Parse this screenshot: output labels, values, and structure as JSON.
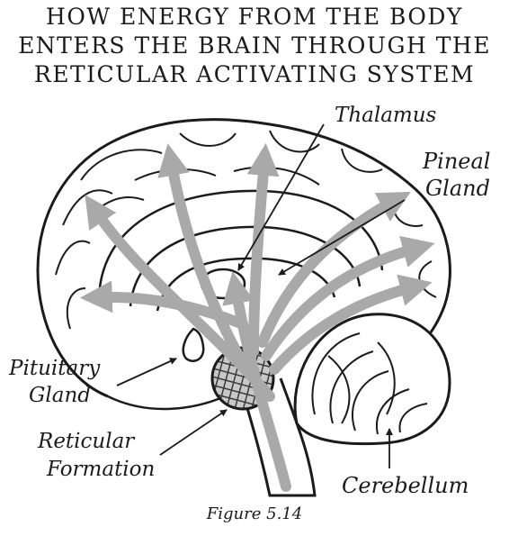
{
  "title": {
    "line1": "HOW ENERGY FROM THE BODY",
    "line2": "ENTERS THE BRAIN THROUGH THE",
    "line3": "RETICULAR ACTIVATING SYSTEM"
  },
  "labels": {
    "thalamus": "Thalamus",
    "pineal_line1": "Pineal",
    "pineal_line2": "Gland",
    "pituitary_line1": "Pituitary",
    "pituitary_line2": "Gland",
    "reticular_line1": "Reticular",
    "reticular_line2": "Formation",
    "cerebellum": "Cerebellum"
  },
  "caption": "Figure 5.14",
  "colors": {
    "ink": "#1b1b1b",
    "arrow": "#a9a9a9"
  }
}
